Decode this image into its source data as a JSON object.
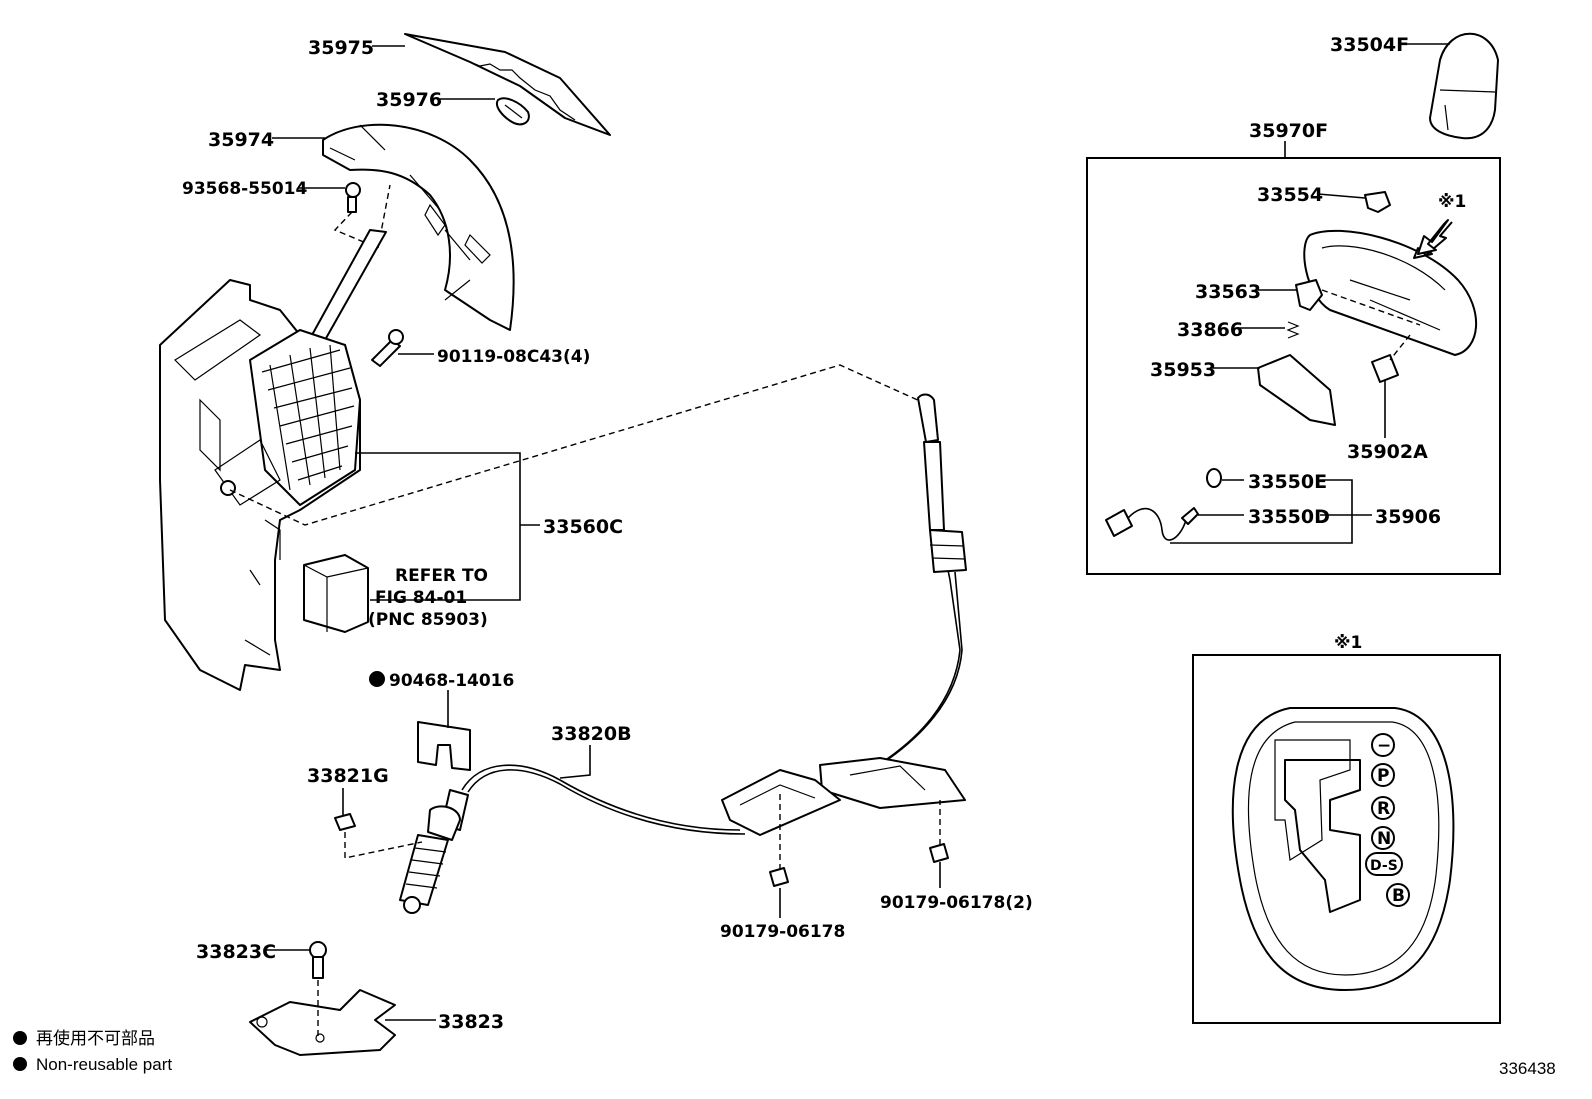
{
  "parts": {
    "p35975": "35975",
    "p35976": "35976",
    "p35974": "35974",
    "p93568": "93568-55014",
    "p90119": "90119-08C43(4)",
    "p33560C": "33560C",
    "refer_line1": "REFER TO",
    "refer_line2": "FIG 84-01",
    "refer_line3": "(PNC 85903)",
    "p90468": "90468-14016",
    "p33820B": "33820B",
    "p33821G": "33821G",
    "p90179_a": "90179-06178",
    "p90179_b": "90179-06178(2)",
    "p33823C": "33823C",
    "p33823": "33823",
    "p33504F": "33504F",
    "p35970F": "35970F",
    "p33554": "33554",
    "p33563": "33563",
    "p33866": "33866",
    "p35953": "35953",
    "p35902A": "35902A",
    "p33550E": "33550E",
    "p33550D": "33550D",
    "p35906": "35906"
  },
  "marks": {
    "ref1": "※1",
    "ref1_detail": "※1"
  },
  "gate": {
    "pos_minus": "−",
    "pos_p": "P",
    "pos_r": "R",
    "pos_n": "N",
    "pos_ds": "D-S",
    "pos_b": "B"
  },
  "legend": {
    "jp": "再使用不可部品",
    "en": "Non-reusable part"
  },
  "figure_id": "336438"
}
